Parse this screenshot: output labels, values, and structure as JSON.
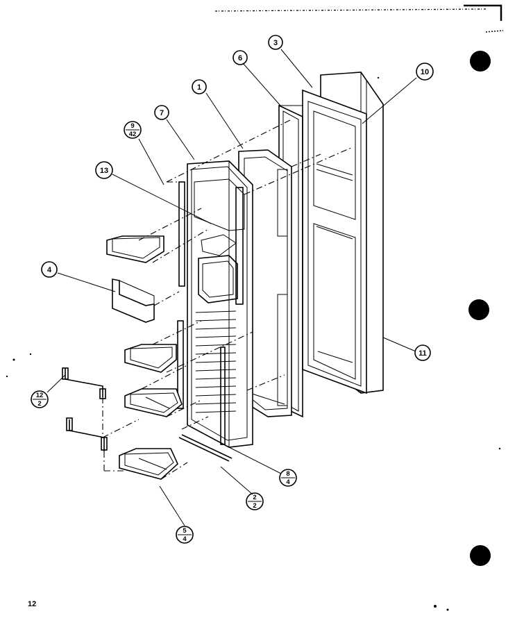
{
  "page": {
    "number": "12"
  },
  "callouts": {
    "c1": "1",
    "c3": "3",
    "c4": "4",
    "c6": "6",
    "c7": "7",
    "c10": "10",
    "c11": "11",
    "c13": "13"
  },
  "fractions": {
    "f9": {
      "top": "9",
      "bottom": "42"
    },
    "f12": {
      "top": "12",
      "bottom": "2"
    },
    "f8": {
      "top": "8",
      "bottom": "4"
    },
    "f2": {
      "top": "2",
      "bottom": "2"
    },
    "f5": {
      "top": "5",
      "bottom": "4"
    }
  },
  "colors": {
    "ink": "#000000",
    "paper": "#ffffff"
  }
}
